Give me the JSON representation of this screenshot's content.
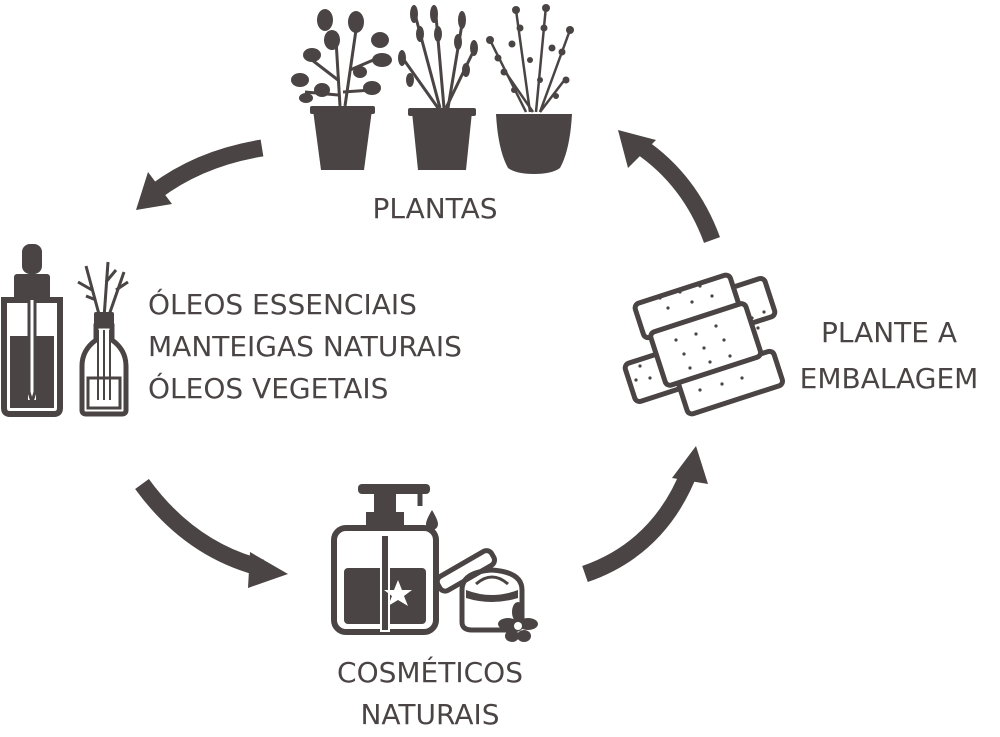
{
  "colors": {
    "ink": "#4a4444",
    "background": "#ffffff"
  },
  "stages": {
    "plantas": {
      "label": "PLANTAS",
      "icon": "potted-herbs-icon"
    },
    "oleos": {
      "lines": [
        "ÓLEOS ESSENCIAIS",
        "MANTEIGAS NATURAIS",
        "ÓLEOS VEGETAIS"
      ],
      "icons": [
        "dropper-bottle-icon",
        "reed-diffuser-icon"
      ]
    },
    "cosmeticos": {
      "lines": [
        "COSMÉTICOS",
        "NATURAIS"
      ],
      "icons": [
        "soap-dispenser-icon",
        "cream-jar-icon"
      ]
    },
    "embalagem": {
      "lines": [
        "PLANTE A",
        "EMBALAGEM"
      ],
      "icon": "seed-paper-icon"
    }
  },
  "arrows": [
    "arrow-plantas-to-oleos",
    "arrow-oleos-to-cosmeticos",
    "arrow-cosmeticos-to-embalagem",
    "arrow-embalagem-to-plantas"
  ]
}
